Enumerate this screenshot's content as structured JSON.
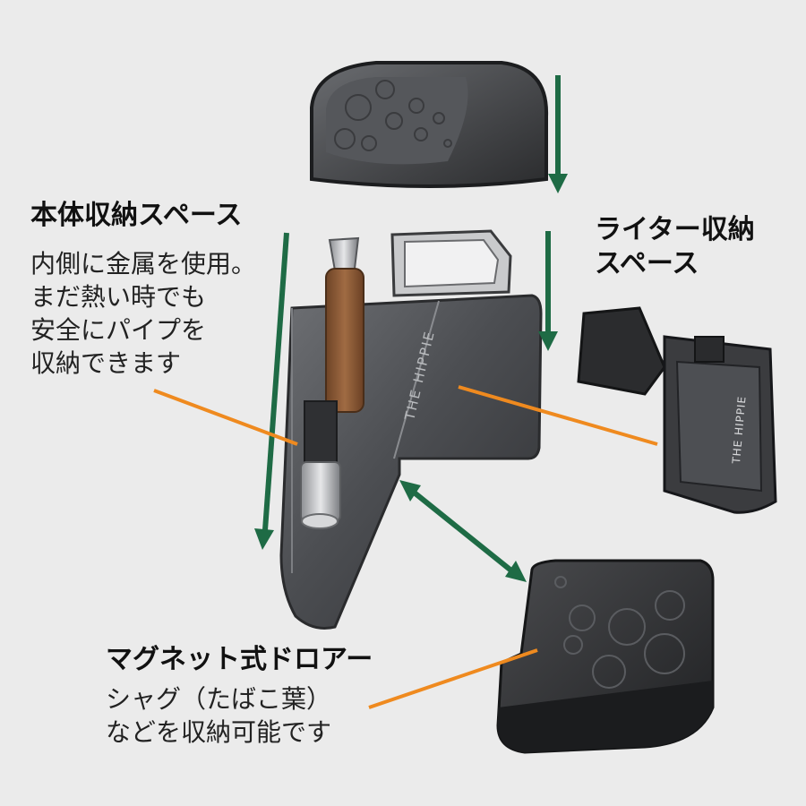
{
  "labels": {
    "body_space_title": "本体収納スペース",
    "body_space_desc": "内側に金属を使用。\nまだ熱い時でも\n安全にパイプを\n収納できます",
    "lighter_space_title": "ライター収納\nスペース",
    "drawer_title": "マグネット式ドロアー",
    "drawer_desc": "シャグ（たばこ葉）\nなどを収納可能です"
  },
  "brand_text": "THE HIPPIE",
  "colors": {
    "background": "#ebebeb",
    "arrow_green": "#1e6b45",
    "pointer_orange": "#ef8a1f",
    "case_metal": "#55575b",
    "drawer_dark": "#2e2f31",
    "wood": "#8a5a35"
  },
  "icons": [
    "down-arrow-icon",
    "double-headed-arrow-icon"
  ]
}
